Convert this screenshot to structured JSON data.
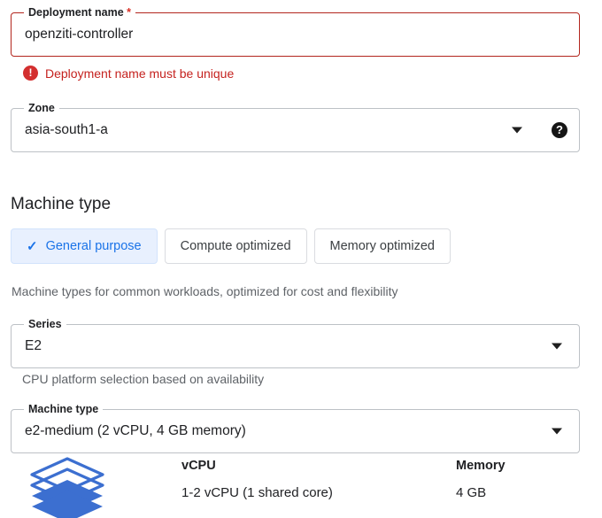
{
  "deployment_name": {
    "label": "Deployment name",
    "required_marker": "*",
    "value": "openziti-controller",
    "error": "Deployment name must be unique",
    "error_icon": "error-exclamation-icon",
    "error_color": "#c5221f"
  },
  "zone": {
    "label": "Zone",
    "value": "asia-south1-a",
    "dropdown_icon": "chevron-down-icon",
    "help_icon": "help-circle-icon"
  },
  "machine_type_section": {
    "title": "Machine type",
    "tabs": [
      {
        "label": "General purpose",
        "selected": true,
        "check_icon": "check-icon"
      },
      {
        "label": "Compute optimized",
        "selected": false
      },
      {
        "label": "Memory optimized",
        "selected": false
      }
    ],
    "description": "Machine types for common workloads, optimized for cost and flexibility",
    "accent_color": "#1a73e8",
    "selected_bg": "#e8f0fe"
  },
  "series": {
    "label": "Series",
    "value": "E2",
    "helper": "CPU platform selection based on availability",
    "dropdown_icon": "chevron-down-icon"
  },
  "machine_type": {
    "label": "Machine type",
    "value": "e2-medium (2 vCPU, 4 GB memory)",
    "dropdown_icon": "chevron-down-icon"
  },
  "specs": {
    "icon": "stacked-layers-icon",
    "icon_color": "#3c6fd0",
    "columns": [
      {
        "header": "vCPU",
        "value": "1-2 vCPU (1 shared core)"
      },
      {
        "header": "Memory",
        "value": "4 GB"
      }
    ]
  }
}
